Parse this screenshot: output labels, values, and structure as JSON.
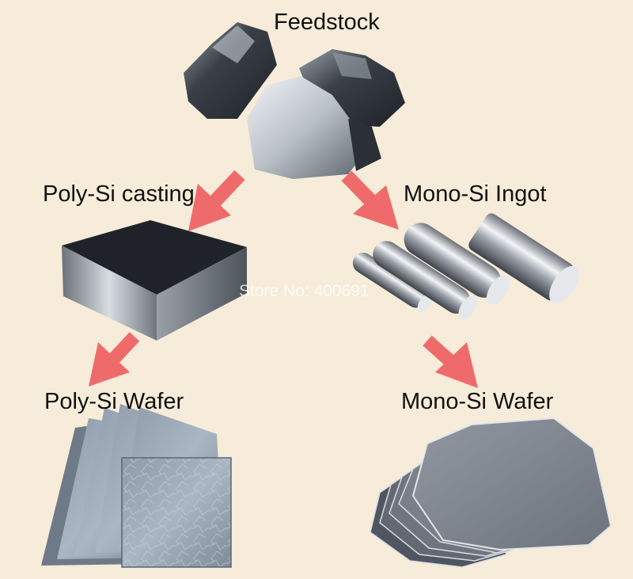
{
  "nodes": {
    "feedstock": "Feedstock",
    "poly_casting": "Poly-Si casting",
    "mono_ingot": "Mono-Si Ingot",
    "poly_wafer": "Poly-Si Wafer",
    "mono_wafer": "Mono-Si Wafer"
  },
  "watermark": "Store No: 400691",
  "colors": {
    "background": "#f7ecd9",
    "arrow": "#ef6b6b",
    "silicon_dark": "#3b4048",
    "silicon_light": "#c9cfd6",
    "wafer": "#7f8590"
  }
}
